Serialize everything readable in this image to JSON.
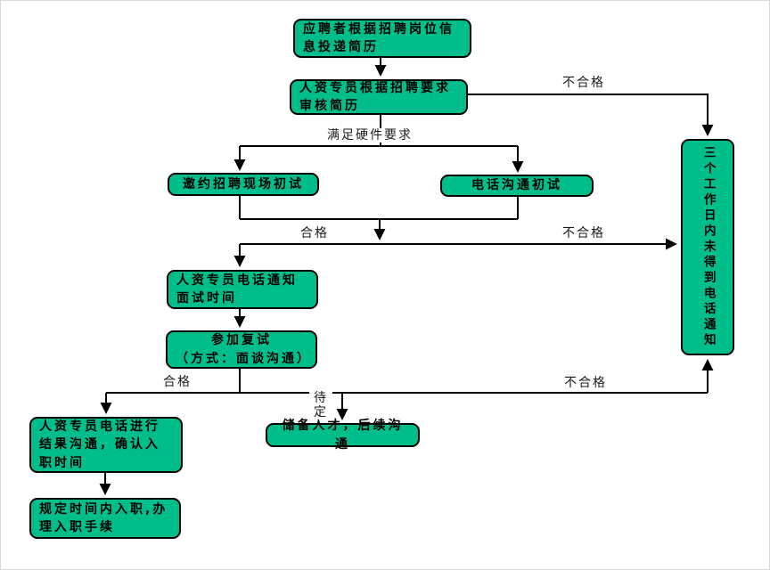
{
  "colors": {
    "canvas_bg": "#ffffff",
    "node_fill": "#00be8c",
    "node_border": "#000000",
    "line": "#000000",
    "text": "#000000"
  },
  "nodes": {
    "apply": {
      "lines": [
        "应聘者根据招聘岗位信",
        "息投递简历"
      ]
    },
    "review": {
      "lines": [
        "人资专员根据招聘要求",
        "审核简历"
      ]
    },
    "onsite_first": {
      "label": "邀约招聘现场初试"
    },
    "phone_first": {
      "label": "电话沟通初试"
    },
    "notify": {
      "lines": [
        "人资专员电话通知",
        "面试时间"
      ]
    },
    "retest": {
      "lines": [
        "参加复试",
        "（方式：面谈沟通）"
      ]
    },
    "result": {
      "lines": [
        "人资专员电话进行",
        "结果沟通，确认入",
        "职时间"
      ]
    },
    "onboard": {
      "lines": [
        "规定时间内入职,办",
        "理入职手续"
      ]
    },
    "reserve": {
      "label": "储备人才，后续沟通"
    },
    "no_call": {
      "label": "三个工作日内未得到电话通知"
    }
  },
  "edge_labels": {
    "unqualified_top": "不合格",
    "meets_requirements": "满足硬件要求",
    "qualified_mid": "合格",
    "unqualified_mid": "不合格",
    "qualified_bottom": "合格",
    "pending": "待 定",
    "unqualified_bottom": "不合格"
  }
}
